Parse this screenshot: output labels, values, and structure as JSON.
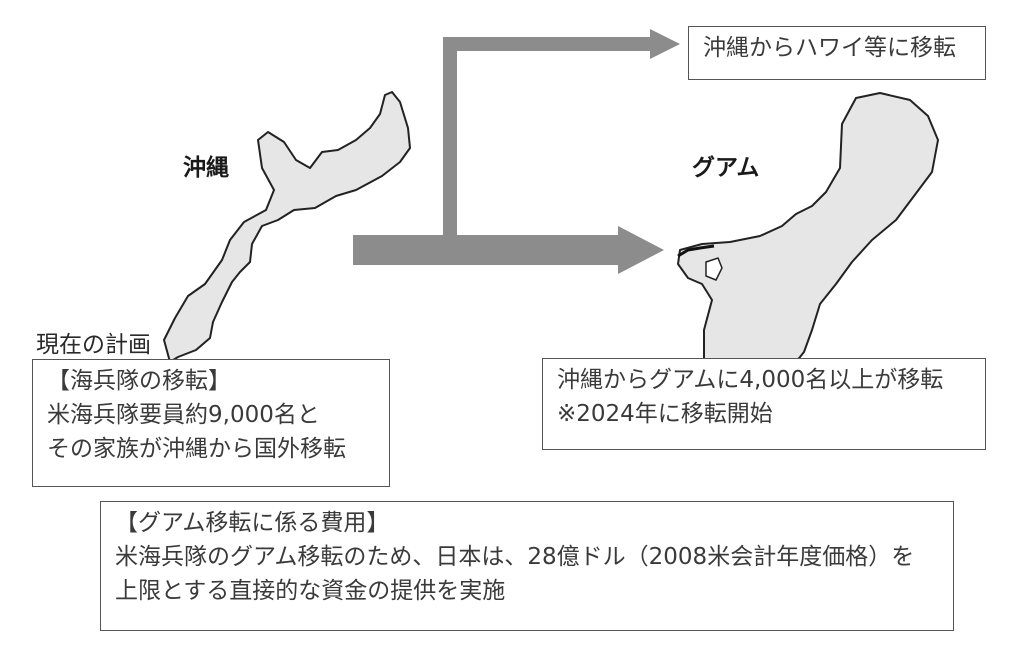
{
  "labels": {
    "okinawa": "沖縄",
    "guam": "グアム",
    "current_plan": "現在の計画"
  },
  "hawaii_box": {
    "text": "沖縄からハワイ等に移転"
  },
  "marine_box": {
    "lines": [
      "【海兵隊の移転】",
      "米海兵隊要員約9,000名と",
      "その家族が沖縄から国外移転"
    ]
  },
  "guam_box": {
    "lines": [
      "沖縄からグアムに4,000名以上が移転",
      "※2024年に移転開始"
    ]
  },
  "cost_box": {
    "lines": [
      "【グアム移転に係る費用】",
      "米海兵隊のグアム移転のため、日本は、28億ドル（2008米会計年度価格）を",
      "上限とする直接的な資金の提供を実施"
    ]
  },
  "colors": {
    "arrow": "#8c8c8c",
    "landmass_fill": "#e6e6e6",
    "landmass_stroke": "#222222",
    "box_border": "#555555"
  }
}
